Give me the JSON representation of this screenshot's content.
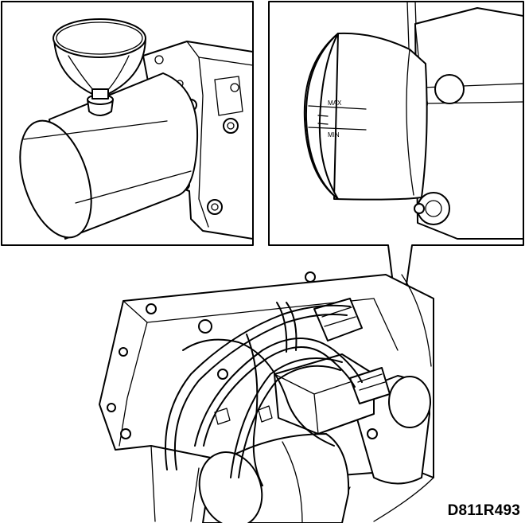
{
  "figure_code": "D811R493",
  "level_labels": {
    "max": "MAX",
    "min": "MIN"
  },
  "panels": {
    "left_detail": "fill-funnel-on-reservoir",
    "right_detail": "reservoir-fluid-level-marks",
    "main_view": "hydraulic-pump-unit-assembly"
  },
  "colors": {
    "line": "#000000",
    "background": "#ffffff"
  }
}
